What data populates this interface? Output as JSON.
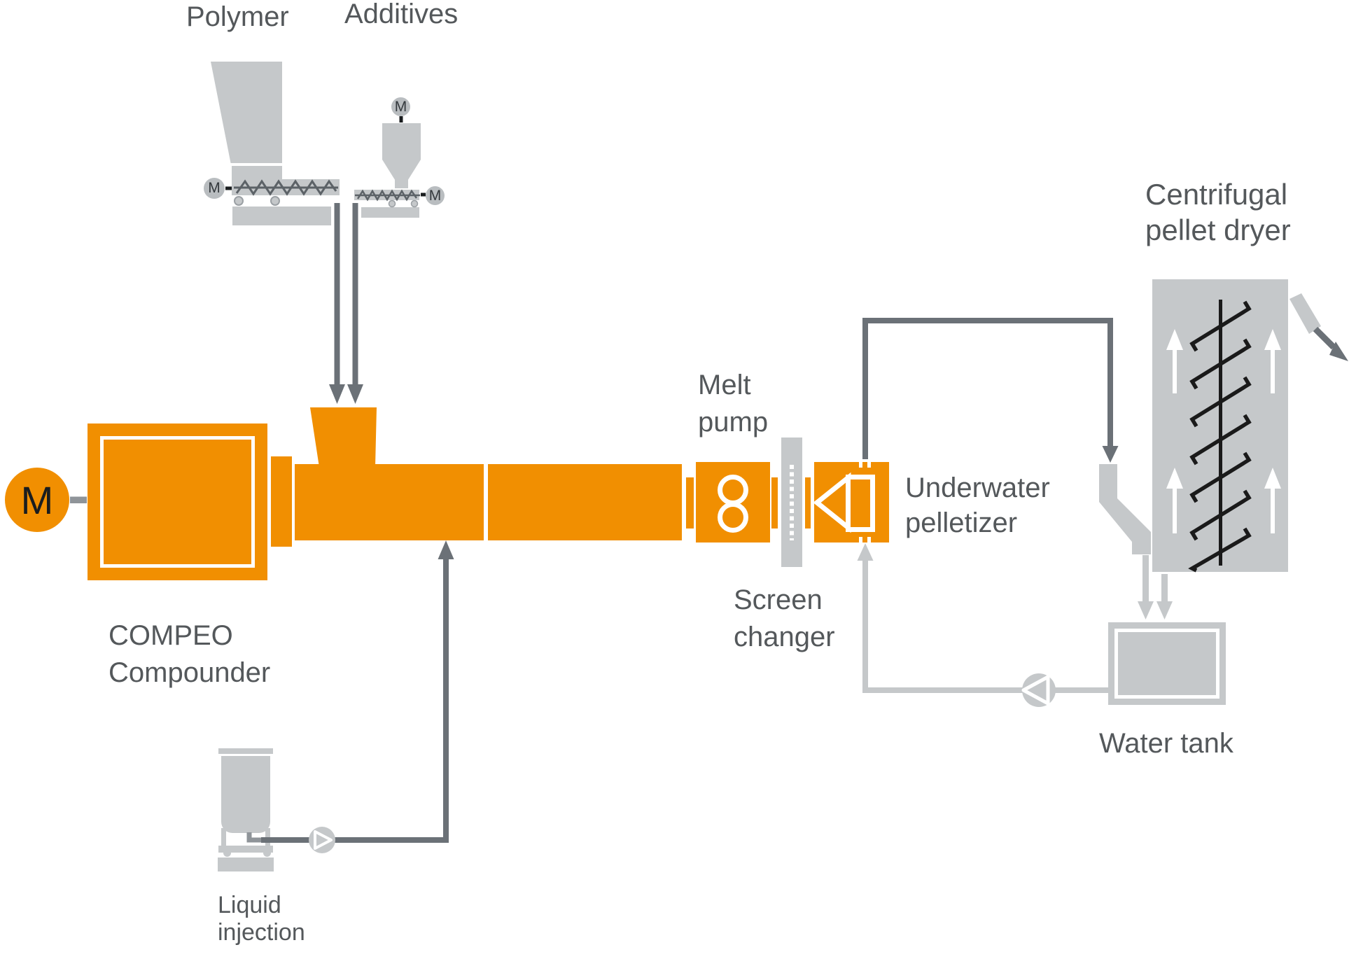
{
  "labels": {
    "polymer": "Polymer",
    "additives": "Additives",
    "motor": "M",
    "compounder_line1": "COMPEO",
    "compounder_line2": "Compounder",
    "melt_pump_line1": "Melt",
    "melt_pump_line2": "pump",
    "screen_changer_line1": "Screen",
    "screen_changer_line2": "changer",
    "pelletizer_line1": "Underwater",
    "pelletizer_line2": "pelletizer",
    "dryer_line1": "Centrifugal",
    "dryer_line2": "pellet dryer",
    "water_tank": "Water tank",
    "liquid_line1": "Liquid",
    "liquid_line2": "injection"
  },
  "colors": {
    "accent_orange": "#F18F01",
    "equipment_gray": "#C5C8CA",
    "pipe_dark_gray": "#6B7177",
    "text_gray": "#54585B",
    "dryer_internals_black": "#1A1A1A",
    "background": "#FFFFFF"
  }
}
